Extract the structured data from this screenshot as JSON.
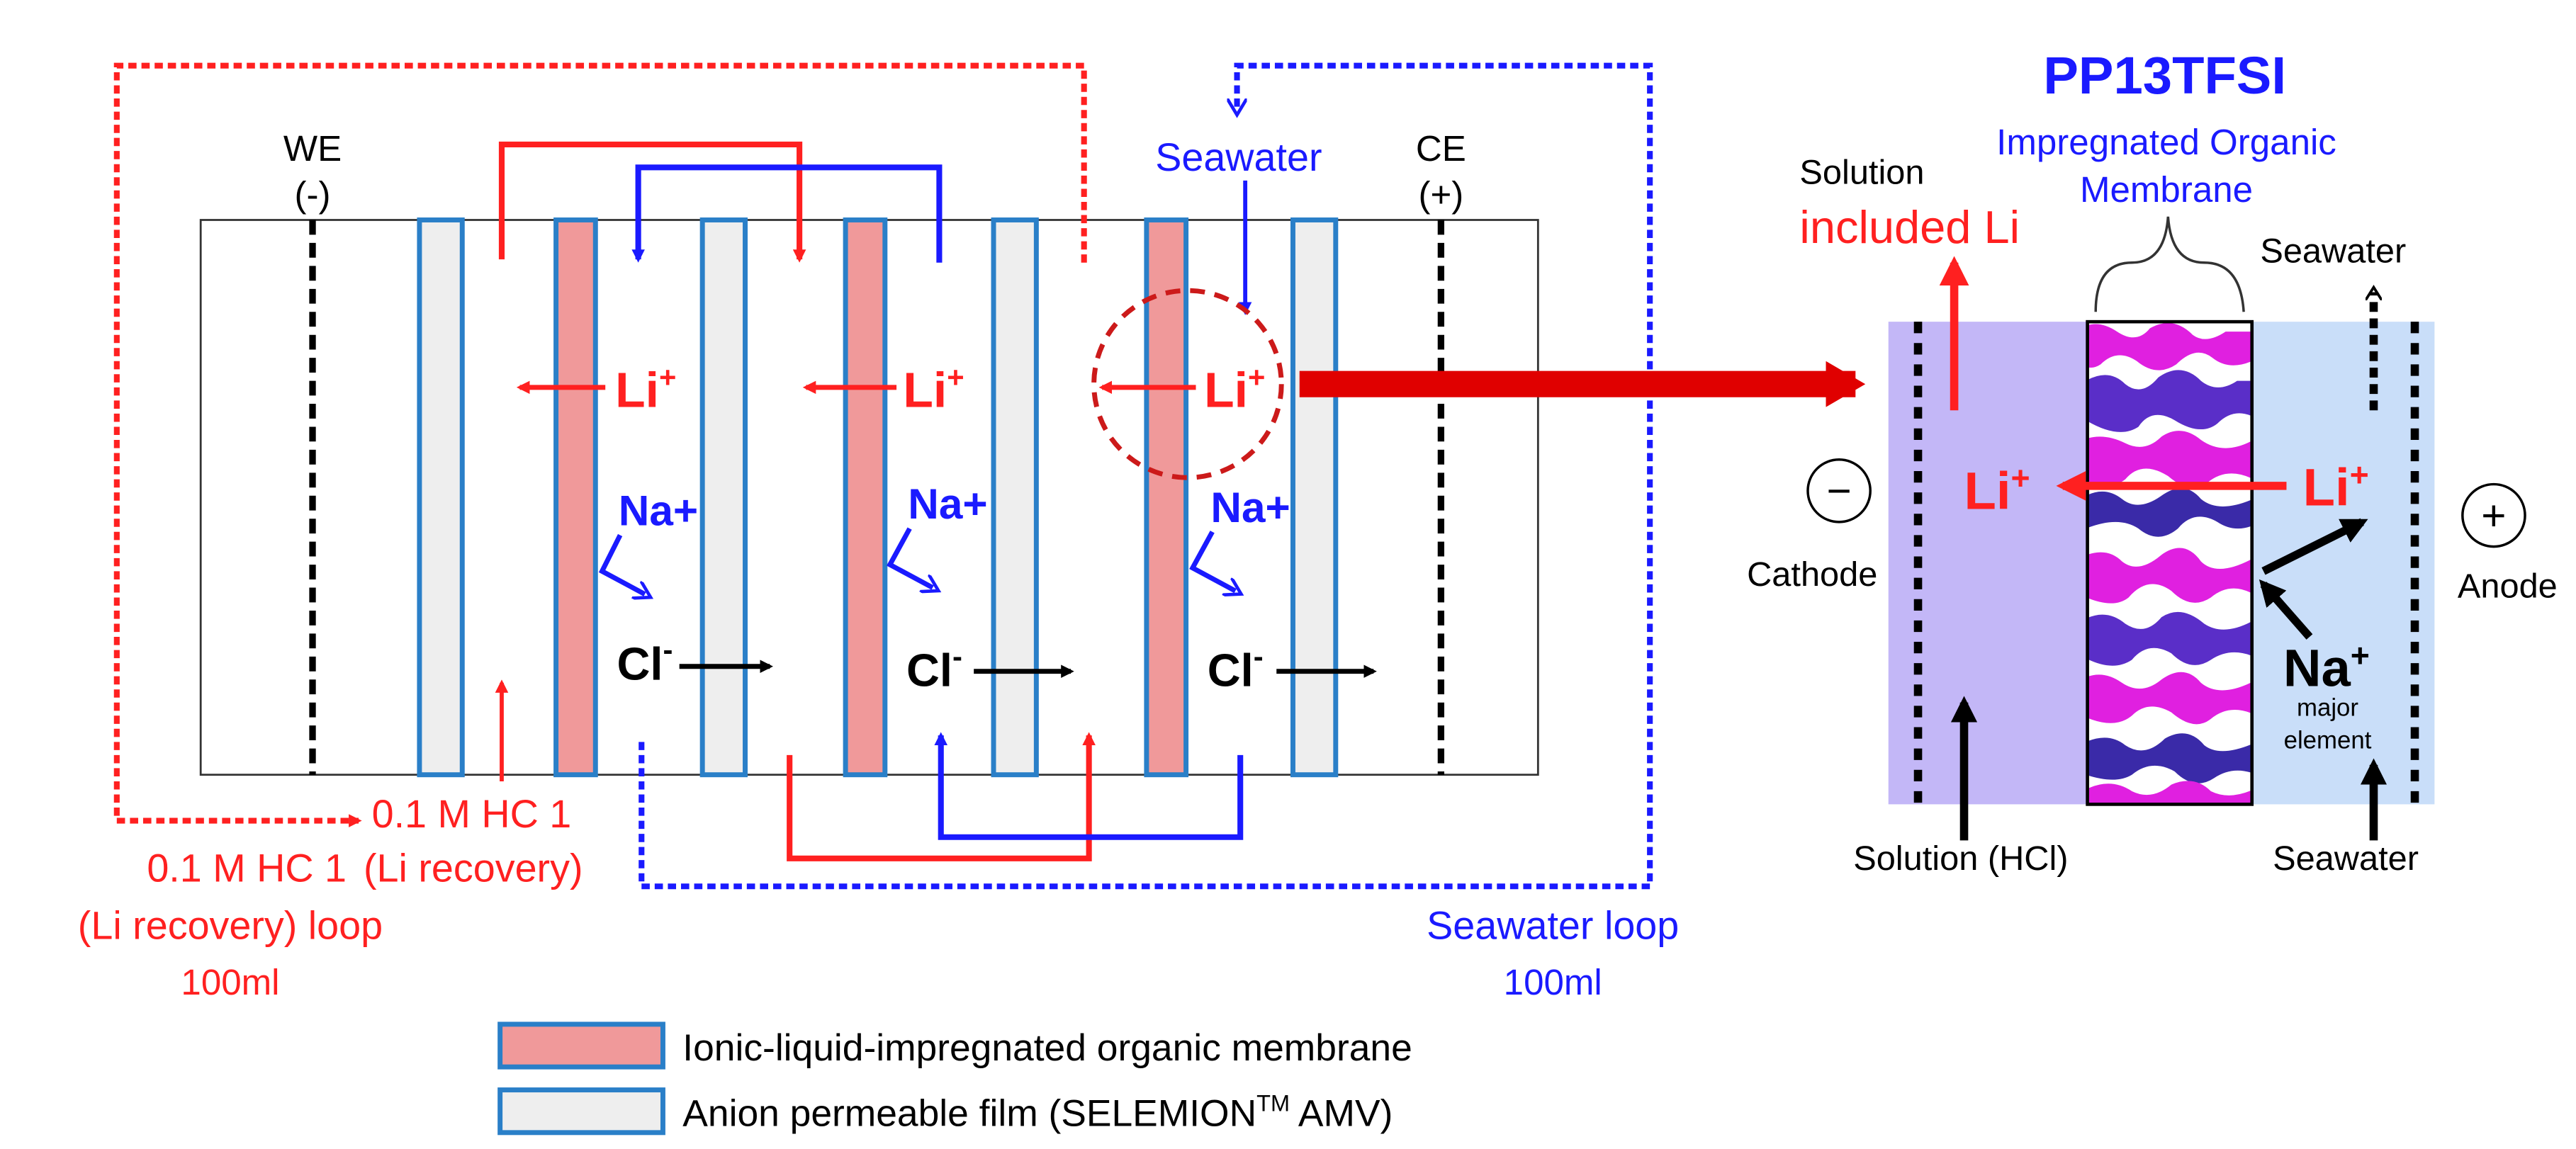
{
  "colors": {
    "red": "#ff2020",
    "dark_red": "#e00000",
    "blue": "#1a1aff",
    "ionic_membrane_fill": "#f0999a",
    "anion_film_fill": "#eeeeee",
    "anion_film_border": "#2a7fc8",
    "hcl_compartment": "#c3b7f7",
    "seawater_compartment": "#c9def9"
  },
  "left_cell": {
    "we_label": "WE",
    "we_sign": "(-)",
    "ce_label": "CE",
    "ce_sign": "(+)",
    "seawater_label": "Seawater",
    "li_ion": "Li",
    "li_charge": "+",
    "na_ion": "Na+",
    "cl_ion": "Cl",
    "cl_charge": "-",
    "hcl_inline_1": "0.1 M HC 1",
    "hcl_inline_2": "(Li recovery)",
    "hcl_loop_1": "0.1 M HC 1",
    "hcl_loop_2": "(Li recovery) loop",
    "hcl_volume": "100ml",
    "seawater_loop": "Seawater loop",
    "seawater_volume": "100ml"
  },
  "legend": {
    "ionic_membrane": "Ionic-liquid-impregnated organic membrane",
    "anion_film_prefix": "Anion permeable film (SELEMION",
    "anion_film_tm": "TM",
    "anion_film_suffix": " AMV)"
  },
  "detail": {
    "title": "PP13TFSI",
    "membrane_label_1": "Impregnated Organic",
    "membrane_label_2": "Membrane",
    "solution_label": "Solution",
    "included_li": "included Li",
    "seawater_top": "Seawater",
    "seawater_bottom": "Seawater",
    "solution_hcl": "Solution (HCl)",
    "cathode_sign": "−",
    "cathode_label": "Cathode",
    "anode_sign": "+",
    "anode_label": "Anode",
    "li_ion": "Li",
    "li_charge": "+",
    "na_ion": "Na",
    "na_charge": "+",
    "na_note_1": "major",
    "na_note_2": "element"
  }
}
